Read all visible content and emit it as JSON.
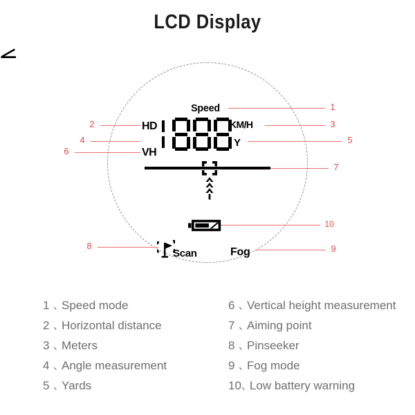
{
  "page": {
    "title": "LCD Display"
  },
  "lcd": {
    "speed_label": "Speed",
    "hd_label": "HD",
    "vh_label": "VH",
    "angle_icon": "angle-triangle-icon",
    "digits": "1888",
    "unit_kmh": "KM/H",
    "unit_yards": "Y",
    "scan_label": "Scan",
    "fog_label": "Fog",
    "pinseeker_icon": "flag-pinseeker-icon",
    "battery_icon": "low-battery-icon",
    "reticle_icon": "aiming-reticle-icon"
  },
  "callouts": [
    {
      "number": "1"
    },
    {
      "number": "2"
    },
    {
      "number": "3"
    },
    {
      "number": "4"
    },
    {
      "number": "5"
    },
    {
      "number": "6"
    },
    {
      "number": "7"
    },
    {
      "number": "8"
    },
    {
      "number": "9"
    },
    {
      "number": "10"
    }
  ],
  "legend": {
    "separator": "、",
    "left": [
      {
        "index": "1",
        "label": "Speed mode"
      },
      {
        "index": "2",
        "label": "Horizontal distance"
      },
      {
        "index": "3",
        "label": "Meters"
      },
      {
        "index": "4",
        "label": "Angle measurement"
      },
      {
        "index": "5",
        "label": "Yards"
      }
    ],
    "right": [
      {
        "index": "6",
        "label": "Vertical height measurement"
      },
      {
        "index": "7",
        "label": "Aiming point"
      },
      {
        "index": "8",
        "label": "Pinseeker"
      },
      {
        "index": "9",
        "label": "Fog mode"
      },
      {
        "index": "10",
        "label": "Low battery warning"
      }
    ]
  },
  "colors": {
    "callout": "#e04a4a",
    "leader": "#ef6e6e",
    "lcd": "#000000",
    "legend_text": "#6d6e71",
    "circle": "#8d8d8d"
  }
}
